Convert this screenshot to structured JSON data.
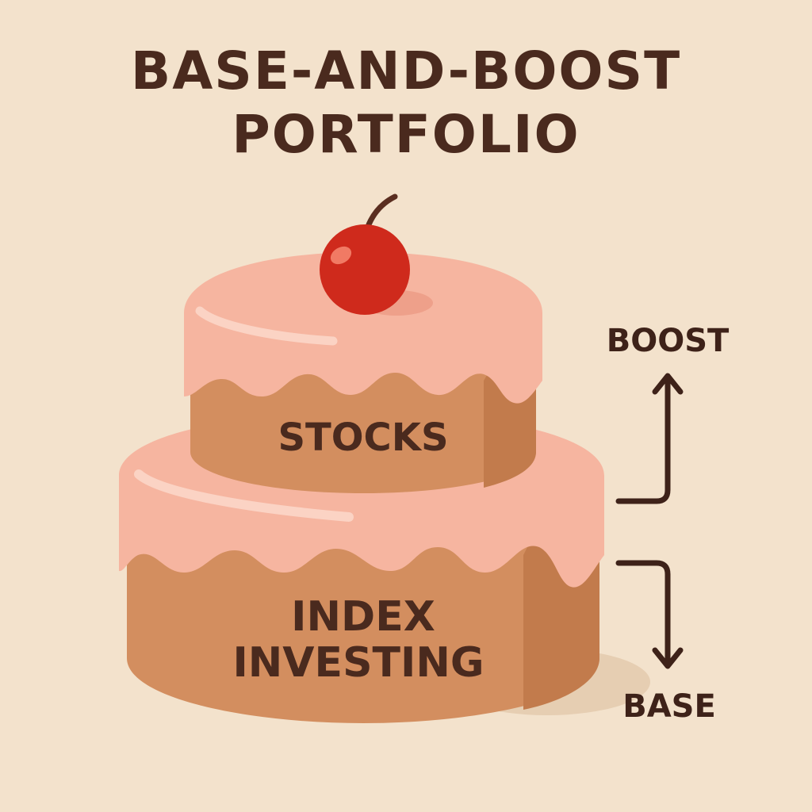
{
  "title": {
    "line1": "BASE-AND-BOOST",
    "line2": "PORTFOLIO"
  },
  "cake": {
    "top_tier_label": "STOCKS",
    "bottom_tier_label_line1": "INDEX",
    "bottom_tier_label_line2": "INVESTING",
    "topping": "cherry"
  },
  "arrows": {
    "boost_label": "BOOST",
    "base_label": "BASE"
  },
  "colors": {
    "background": "#f3e2cc",
    "frosting": "#f6b5a0",
    "cake_body": "#d38e5f",
    "cake_side": "#c27b4c",
    "cherry": "#cf2a1c",
    "text": "#4a2a1e"
  }
}
